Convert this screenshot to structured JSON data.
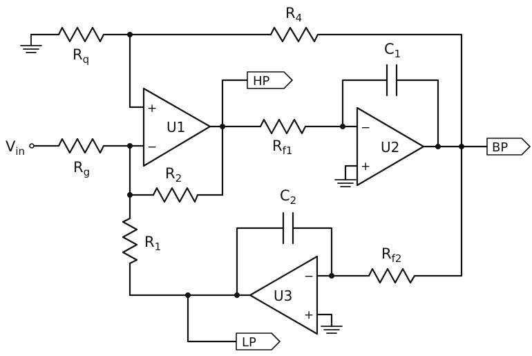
{
  "resistors": {
    "rq": {
      "main": "R",
      "sub": "q"
    },
    "r4": {
      "main": "R",
      "sub": "4"
    },
    "rg": {
      "main": "R",
      "sub": "g"
    },
    "r2": {
      "main": "R",
      "sub": "2"
    },
    "rf1": {
      "main": "R",
      "sub": "f1"
    },
    "r1": {
      "main": "R",
      "sub": "1"
    },
    "rf2": {
      "main": "R",
      "sub": "f2"
    }
  },
  "capacitors": {
    "c1": {
      "main": "C",
      "sub": "1"
    },
    "c2": {
      "main": "C",
      "sub": "2"
    }
  },
  "opamps": {
    "u1": {
      "label": "U1",
      "plus": "+",
      "minus": "−"
    },
    "u2": {
      "label": "U2",
      "plus": "+",
      "minus": "−"
    },
    "u3": {
      "label": "U3",
      "plus": "+",
      "minus": "−"
    }
  },
  "input": {
    "main": "V",
    "sub": "in"
  },
  "outputs": {
    "hp": "HP",
    "bp": "BP",
    "lp": "LP"
  }
}
